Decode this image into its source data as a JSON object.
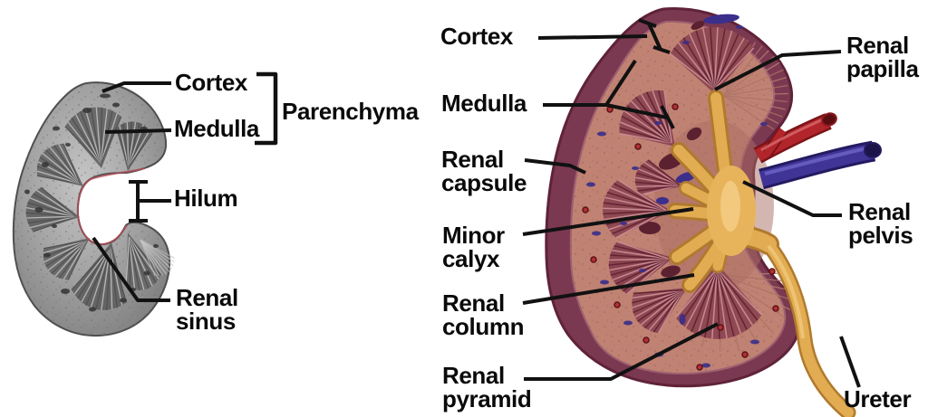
{
  "labels": {
    "left": {
      "cortex": "Cortex",
      "medulla": "Medulla",
      "parenchyma": "Parenchyma",
      "hilum": "Hilum",
      "renal_sinus": [
        "Renal",
        "sinus"
      ]
    },
    "right": {
      "cortex": "Cortex",
      "medulla": "Medulla",
      "renal_capsule": [
        "Renal",
        "capsule"
      ],
      "minor_calyx": [
        "Minor",
        "calyx"
      ],
      "renal_column": [
        "Renal",
        "column"
      ],
      "renal_pyramid": [
        "Renal",
        "pyramid"
      ],
      "renal_papilla": [
        "Renal",
        "papilla"
      ],
      "renal_pelvis": [
        "Renal",
        "pelvis"
      ],
      "ureter": "Ureter"
    }
  },
  "palette": {
    "label_text": "#0a0a0a",
    "leader_line": "#111111",
    "capsule": "#7a3950",
    "cortex": "#c08273",
    "pyramid": "#8f4953",
    "renal_pelvis_gold": "#e2ac52",
    "artery_red": "#b2252a",
    "vein_blue": "#403497",
    "photo_gray": "#9a9a9a",
    "background": "#ffffff"
  }
}
